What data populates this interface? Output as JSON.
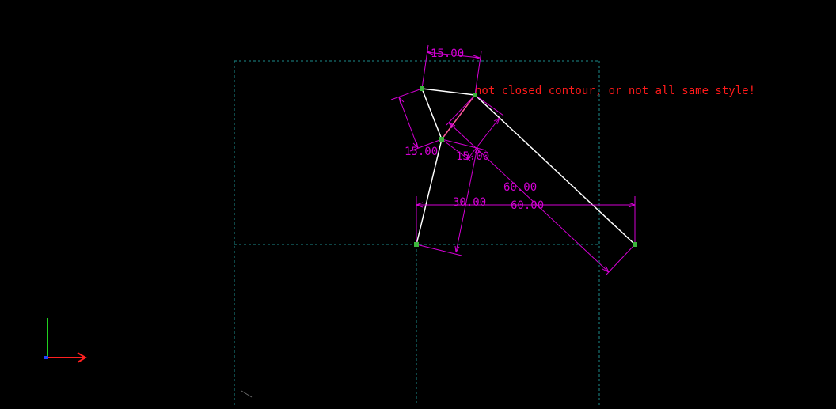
{
  "sketch": {
    "warning": "not closed contour, or not all same style!",
    "dimensions": [
      {
        "id": "top-width",
        "label": "15.00"
      },
      {
        "id": "left-edge",
        "label": "15.00"
      },
      {
        "id": "mid-edge",
        "label": "15.00"
      },
      {
        "id": "lower-edge",
        "label": "30.00"
      },
      {
        "id": "diagonal",
        "label": "60.00"
      },
      {
        "id": "base-width",
        "label": "60.00"
      }
    ]
  },
  "colors": {
    "background": "#000000",
    "geometry": "#ffffff",
    "dimension": "#d400d4",
    "construction": "#1c8c8c",
    "point": "#3cb43c",
    "warning": "#ff1a1a",
    "axis_x": "#ff2020",
    "axis_y": "#20d020"
  }
}
